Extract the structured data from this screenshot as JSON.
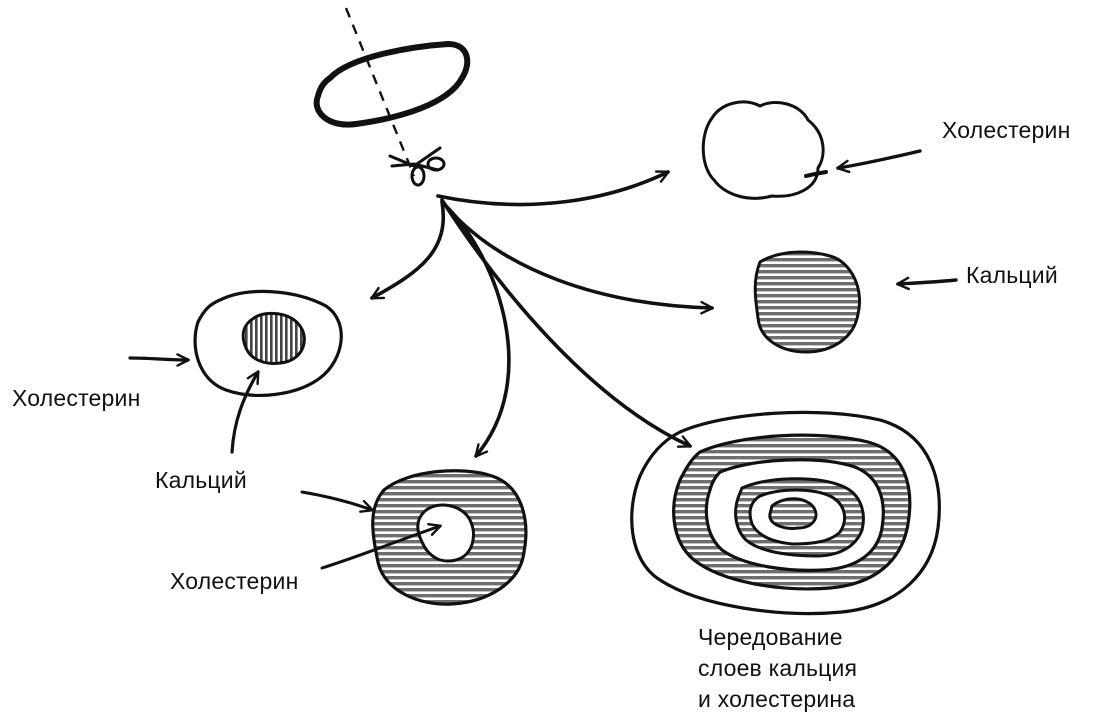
{
  "diagram": {
    "labels": {
      "cholesterol_right": "Холестерин",
      "calcium_right": "Кальций",
      "cholesterol_left": "Холестерин",
      "calcium_left": "Кальций",
      "cholesterol_bottom": "Холестерин",
      "alternation": [
        "Чередование",
        "слоев кальция",
        "и холестерина"
      ]
    },
    "colors": {
      "ink": "#111111",
      "hatch_fill": "#6e6e6e",
      "background": "#ffffff"
    },
    "icons": [
      "scissors-icon"
    ]
  }
}
